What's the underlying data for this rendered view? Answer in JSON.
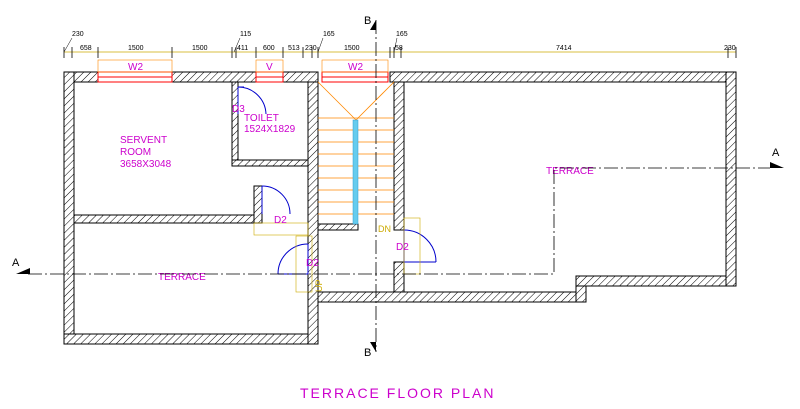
{
  "title": "TERRACE FLOOR PLAN",
  "section_marks": {
    "b_top": "B",
    "b_bottom": "B",
    "a_left": "A",
    "a_right": "A"
  },
  "dimensions": {
    "d230a": "230",
    "d658": "658",
    "d1500a": "1500",
    "d1500b": "1500",
    "d115": "115",
    "d411": "411",
    "d600": "600",
    "d513": "513",
    "d230b": "230",
    "d165a": "165",
    "d1500c": "1500",
    "d58": "58",
    "d165b": "165",
    "d7414": "7414",
    "d230c": "230"
  },
  "labels": {
    "w2_left": "W2",
    "v": "V",
    "w2_right": "W2",
    "d3": "D3",
    "toilet": "TOILET",
    "toilet_size": "1524X1829",
    "servent_1": "SERVENT",
    "servent_2": "ROOM",
    "servent_size": "3658X3048",
    "d2_a": "D2",
    "d2_b": "D2",
    "d2_c": "D2",
    "terrace_left": "TERRACE",
    "terrace_right": "TERRACE",
    "dn": "DN",
    "up": "UP"
  },
  "colors": {
    "wall": "#000000",
    "door": "#0000cc",
    "window": "#ff0000",
    "label": "#cc00cc",
    "stair": "#ff8800",
    "dim": "#ccaa00",
    "rail": "#66ccee"
  }
}
